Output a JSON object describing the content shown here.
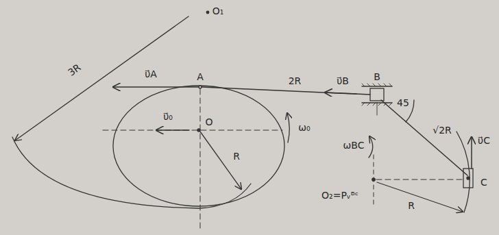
{
  "diagram": {
    "labels": [
      "O₁",
      "3R",
      "υ⃗A",
      "A",
      "2R",
      "υ⃗B",
      "B",
      "υ⃗₀",
      "O",
      "ω₀",
      "R",
      "45",
      "√2R",
      "ωBC",
      "υ⃗C",
      "C",
      "O₂=Pᵥᴮᶜ",
      "R"
    ]
  }
}
